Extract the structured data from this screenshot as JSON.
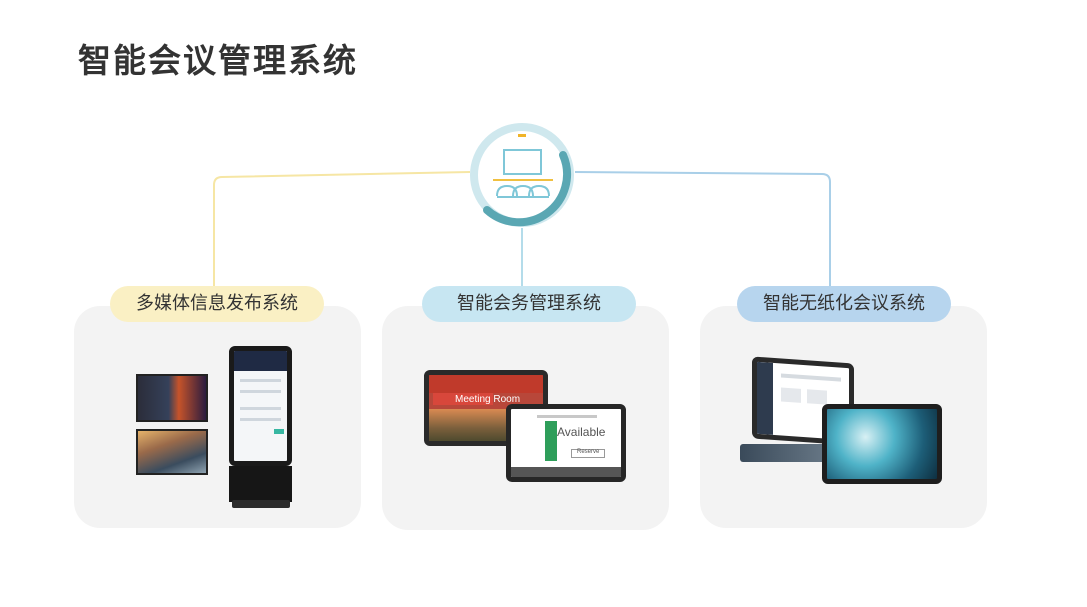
{
  "page": {
    "title": "智能会议管理系统"
  },
  "hub": {
    "icon": "conference-room-icon"
  },
  "colors": {
    "pill_1": "#faf0c4",
    "pill_2": "#c7e6f2",
    "pill_3": "#b7d5ee",
    "hub_ring": "#5aa7b3",
    "card_bg": "#f3f3f3"
  },
  "cards": [
    {
      "label": "多媒体信息发布系统",
      "image": "multimedia-display-devices"
    },
    {
      "label": "智能会务管理系统",
      "image": "meeting-room-tablets",
      "screens": {
        "room_sign": "Meeting Room",
        "status": "Available",
        "button": "Reserve"
      }
    },
    {
      "label": "智能无纸化会议系统",
      "image": "paperless-conference-tablets"
    }
  ]
}
